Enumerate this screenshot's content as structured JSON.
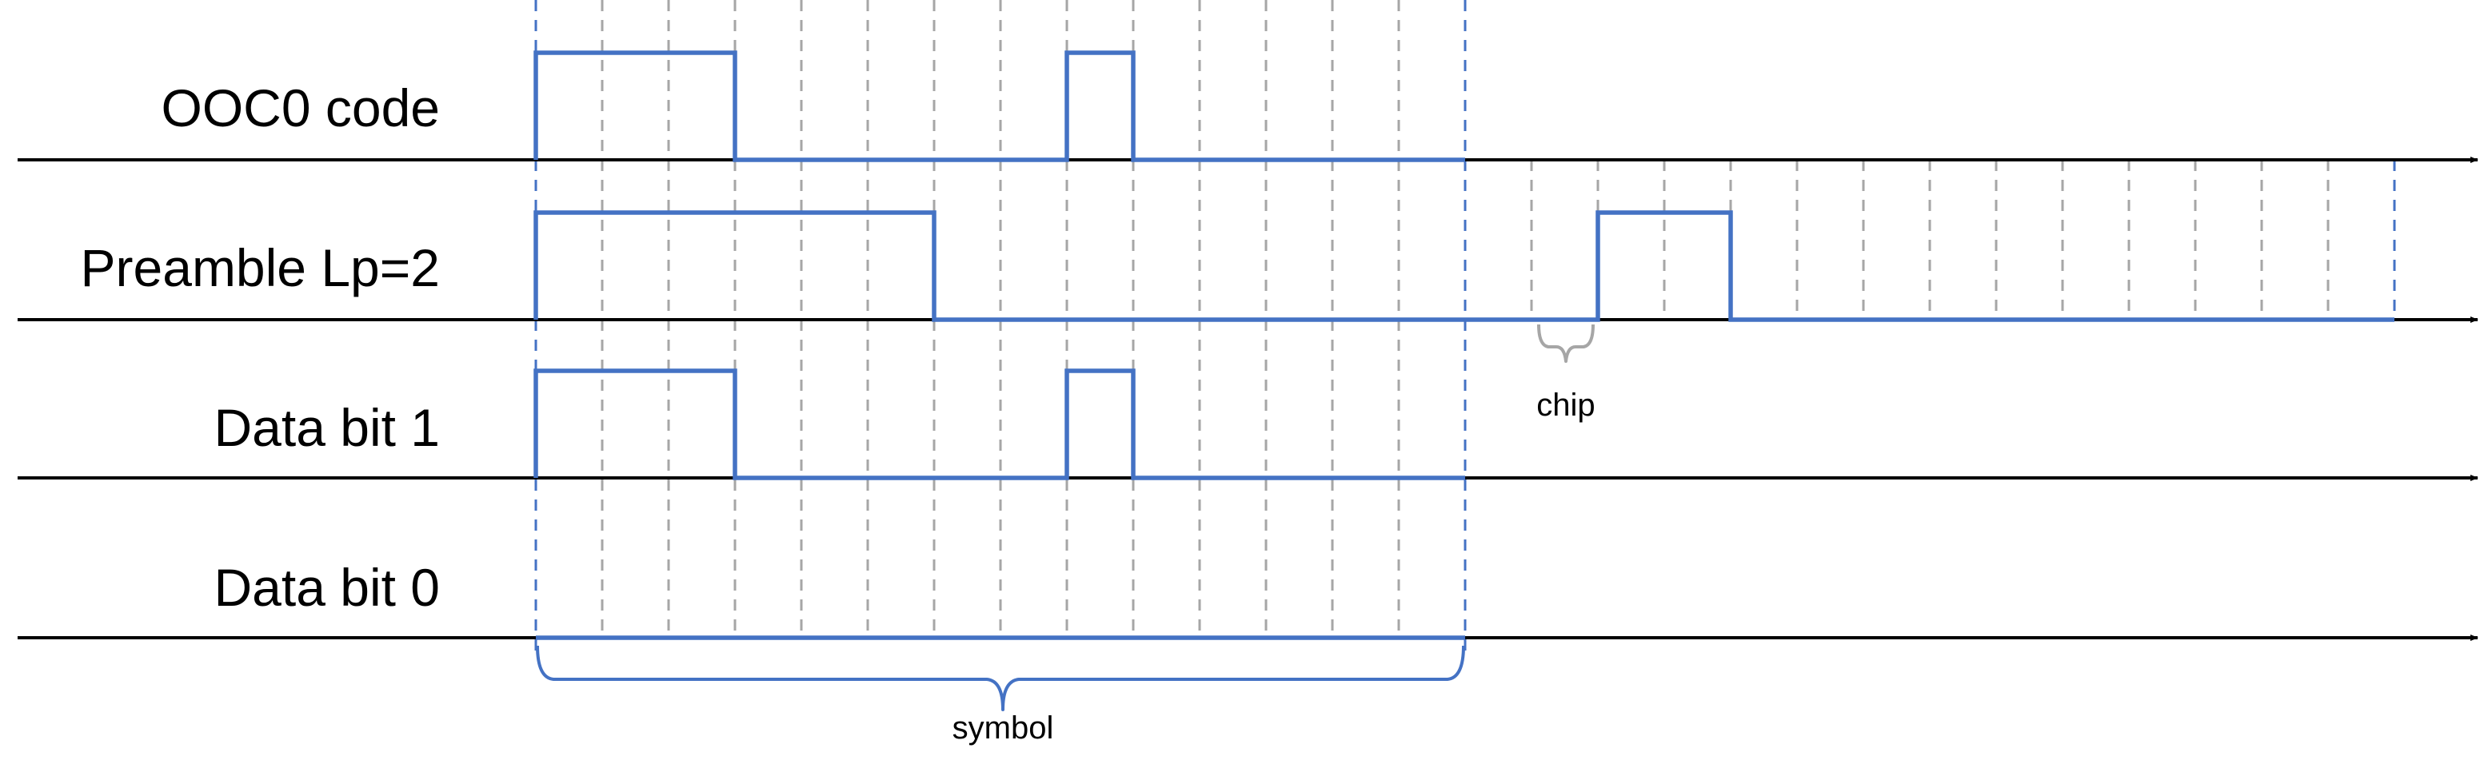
{
  "rows": [
    {
      "label": "OOC0 code",
      "bits": [
        1,
        1,
        1,
        0,
        0,
        0,
        0,
        0,
        1,
        0,
        0,
        0,
        0,
        0
      ]
    },
    {
      "label": "Preamble Lp=2",
      "bits": [
        1,
        1,
        1,
        1,
        1,
        1,
        0,
        0,
        0,
        0,
        0,
        0,
        0,
        0,
        0,
        0,
        1,
        1,
        0,
        0,
        0,
        0,
        0,
        0,
        0,
        0,
        0,
        0
      ]
    },
    {
      "label": "Data bit 1",
      "bits": [
        1,
        1,
        1,
        0,
        0,
        0,
        0,
        0,
        1,
        0,
        0,
        0,
        0,
        0
      ]
    },
    {
      "label": "Data bit 0",
      "bits": [
        0,
        0,
        0,
        0,
        0,
        0,
        0,
        0,
        0,
        0,
        0,
        0,
        0,
        0
      ]
    }
  ],
  "chips_per_symbol": 14,
  "annotations": {
    "chip_label": "chip",
    "symbol_label": "symbol"
  },
  "colors": {
    "signal": "#4472C4",
    "grid": "#A6A6A6",
    "axis": "#000000",
    "chip_brace": "#A6A6A6",
    "symbol_brace": "#4472C4"
  }
}
